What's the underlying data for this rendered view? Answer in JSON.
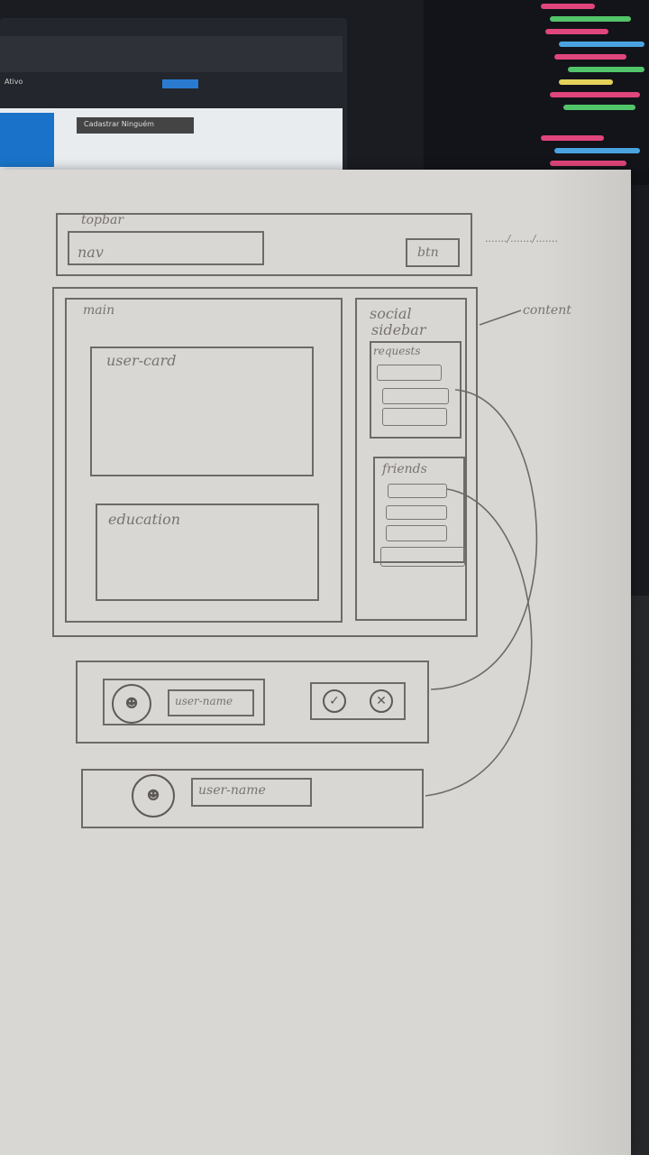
{
  "background_monitor": {
    "screen_tab_text": "Ativo",
    "card_name_text": "Cadastrar Ninguém"
  },
  "sketch": {
    "topbar": {
      "label": "topbar",
      "nav": "nav",
      "btn": "btn",
      "breadcrumb": "......./......./......."
    },
    "content_label": "content",
    "main": {
      "label": "main",
      "user_card": "user-card",
      "education": "education"
    },
    "sidebar": {
      "label_line1": "social",
      "label_line2": "sidebar",
      "requests": "requests",
      "friends": "friends"
    },
    "request_card": {
      "username": "user-name",
      "accept_icon": "check-icon",
      "reject_icon": "x-icon"
    },
    "friend_card": {
      "username": "user-name"
    }
  }
}
